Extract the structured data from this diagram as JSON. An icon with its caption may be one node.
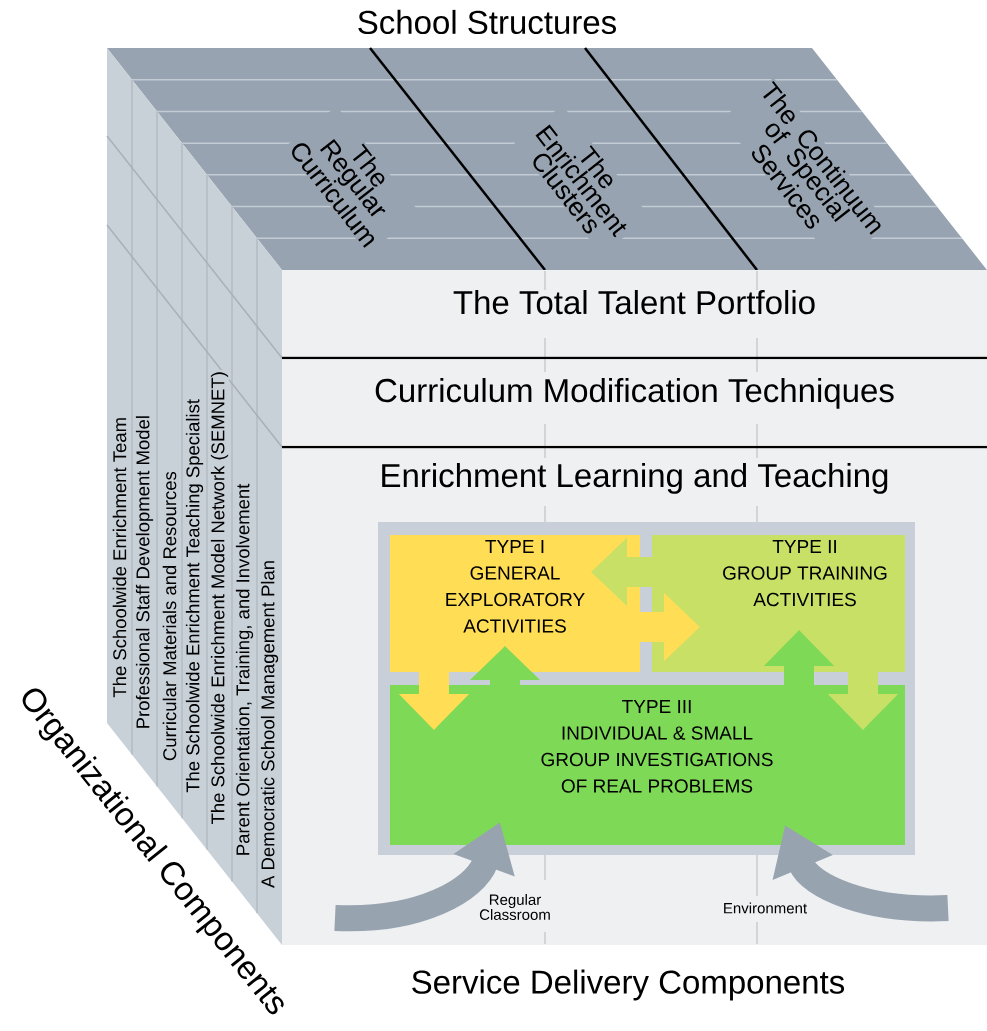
{
  "diagram": {
    "nodes": [
      {
        "text": [
          "The Total Talent Portfolio"
        ]
      },
      {
        "text": [
          "Curriculum Modification Techniques"
        ]
      },
      {
        "text": [
          "Enrichment Learning and Teaching"
        ]
      },
      {
        "text": [
          "TYPE I",
          "GENERAL EXPLORATORY ACTIVITIES"
        ],
        "in": 2
      },
      {
        "text": [
          "TYPE II",
          "GROUP TRAINING ACTIVITIES"
        ],
        "in": 2
      },
      {
        "text": [
          "TYPE III",
          "INDIVIDUAL & SMALL GROUP INVESTIGATIONS OF REAL PROBLEMS"
        ],
        "in": 2
      }
    ],
    "edges": [
      {
        "from": 4,
        "to": 3,
        "arrow": "to",
        "color": "#c8e066"
      },
      {
        "from": 3,
        "to": 4,
        "arrow": "to",
        "color": "#ffdd55"
      },
      {
        "from": 3,
        "to": 5,
        "arrow": "to",
        "color": "#ffdd55"
      },
      {
        "from": 5,
        "to": 3,
        "arrow": "to",
        "color": "#7ed957"
      },
      {
        "from": 5,
        "to": 4,
        "arrow": "to",
        "color": "#7ed957"
      },
      {
        "from": 4,
        "to": 5,
        "arrow": "to",
        "color": "#c8e066"
      },
      {
        "from": null,
        "to": 5,
        "arrow": "to",
        "color": "#98a3b0"
      },
      {
        "from": null,
        "to": 5,
        "arrow": "to",
        "color": "#98a3b0"
      }
    ],
    "labels": [
      "School Structures",
      "The Regular Curriculum",
      "The Enrichment Clusters",
      "The Continuum of Special Services",
      "The Schoolwide Enrichment Team",
      "Professional Staff Development Model",
      "Curricular Materials and Resources",
      "The Schoolwide Enrichment Teaching Specialist",
      "The Schoolwide Enrichment Model Network (SEMNET)",
      "Parent Orientation, Training, and Involvement",
      "A Democratic School Management Plan",
      "Organizational Components",
      "Regular Classroom",
      "Environment",
      "Service Delivery Components"
    ]
  }
}
